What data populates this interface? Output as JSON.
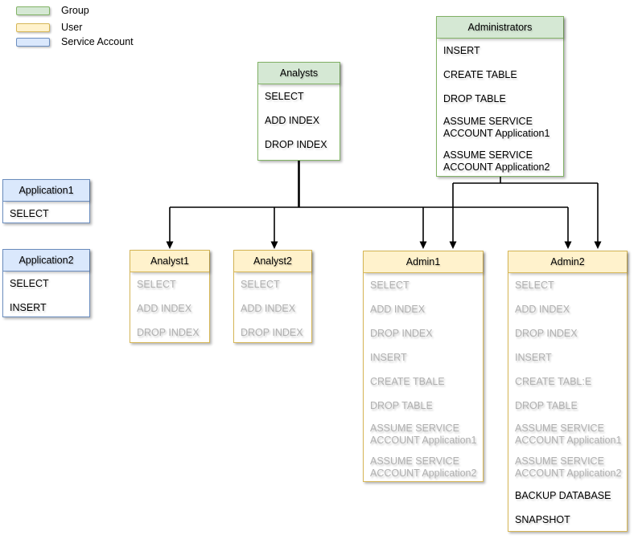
{
  "diagram_type": "permission-hierarchy",
  "palette": {
    "group_fill": "#d5e8d4",
    "group_stroke": "#82b366",
    "user_fill": "#fff2cc",
    "user_stroke": "#d6b656",
    "service_account_fill": "#dae8fc",
    "service_account_stroke": "#6c8ebf",
    "muted_text": "#b0b0b0",
    "text": "#000000",
    "edge": "#000000"
  },
  "legend": {
    "items": [
      {
        "label": "Group",
        "type": "group"
      },
      {
        "label": "User",
        "type": "user"
      },
      {
        "label": "Service Account",
        "type": "service-account"
      }
    ]
  },
  "nodes": {
    "administrators": {
      "title": "Administrators",
      "kind": "group",
      "rows": [
        {
          "text": "INSERT",
          "muted": false
        },
        {
          "text": "CREATE TABLE",
          "muted": false
        },
        {
          "text": "DROP TABLE",
          "muted": false
        },
        {
          "text": "ASSUME SERVICE ACCOUNT Application1",
          "muted": false
        },
        {
          "text": "ASSUME SERVICE ACCOUNT Application2",
          "muted": false
        }
      ]
    },
    "analysts": {
      "title": "Analysts",
      "kind": "group",
      "rows": [
        {
          "text": "SELECT",
          "muted": false
        },
        {
          "text": "ADD INDEX",
          "muted": false
        },
        {
          "text": "DROP INDEX",
          "muted": false
        }
      ]
    },
    "application1": {
      "title": "Application1",
      "kind": "service-account",
      "rows": [
        {
          "text": "SELECT",
          "muted": false
        }
      ]
    },
    "application2": {
      "title": "Application2",
      "kind": "service-account",
      "rows": [
        {
          "text": "SELECT",
          "muted": false
        },
        {
          "text": "INSERT",
          "muted": false
        }
      ]
    },
    "analyst1": {
      "title": "Analyst1",
      "kind": "user",
      "rows": [
        {
          "text": "SELECT",
          "muted": true
        },
        {
          "text": "ADD INDEX",
          "muted": true
        },
        {
          "text": "DROP INDEX",
          "muted": true
        }
      ]
    },
    "analyst2": {
      "title": "Analyst2",
      "kind": "user",
      "rows": [
        {
          "text": "SELECT",
          "muted": true
        },
        {
          "text": "ADD INDEX",
          "muted": true
        },
        {
          "text": "DROP INDEX",
          "muted": true
        }
      ]
    },
    "admin1": {
      "title": "Admin1",
      "kind": "user",
      "rows": [
        {
          "text": "SELECT",
          "muted": true
        },
        {
          "text": "ADD INDEX",
          "muted": true
        },
        {
          "text": "DROP INDEX",
          "muted": true
        },
        {
          "text": "INSERT",
          "muted": true
        },
        {
          "text": "CREATE TBALE",
          "muted": true
        },
        {
          "text": "DROP TABLE",
          "muted": true
        },
        {
          "text": "ASSUME SERVICE ACCOUNT Application1",
          "muted": true
        },
        {
          "text": "ASSUME SERVICE ACCOUNT Application2",
          "muted": true
        }
      ]
    },
    "admin2": {
      "title": "Admin2",
      "kind": "user",
      "rows": [
        {
          "text": "SELECT",
          "muted": true
        },
        {
          "text": "ADD INDEX",
          "muted": true
        },
        {
          "text": "DROP INDEX",
          "muted": true
        },
        {
          "text": "INSERT",
          "muted": true
        },
        {
          "text": "CREATE TABL:E",
          "muted": true
        },
        {
          "text": "DROP TABLE",
          "muted": true
        },
        {
          "text": "ASSUME SERVICE ACCOUNT Application1",
          "muted": true
        },
        {
          "text": "ASSUME SERVICE ACCOUNT Application2",
          "muted": true
        },
        {
          "text": "BACKUP DATABASE",
          "muted": false
        },
        {
          "text": "SNAPSHOT",
          "muted": false
        }
      ]
    }
  },
  "edges": [
    {
      "from": "Analysts",
      "to": "Analyst1"
    },
    {
      "from": "Analysts",
      "to": "Analyst2"
    },
    {
      "from": "Analysts",
      "to": "Admin1"
    },
    {
      "from": "Analysts",
      "to": "Admin2"
    },
    {
      "from": "Administrators",
      "to": "Admin1"
    },
    {
      "from": "Administrators",
      "to": "Admin2"
    }
  ]
}
